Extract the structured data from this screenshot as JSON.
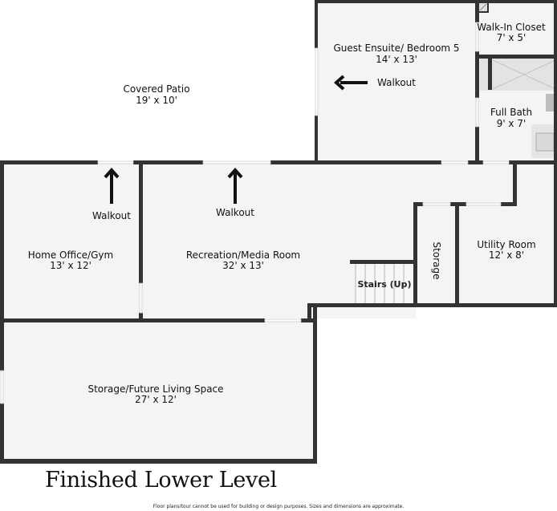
{
  "title": "Finished Lower Level",
  "disclaimer": "Floor plans/tour cannot be used for building or design purposes. Sizes and dimensions are approximate.",
  "rooms": {
    "covered_patio": {
      "name": "Covered Patio",
      "dims": "19' x 10'"
    },
    "guest_ensuite": {
      "name": "Guest Ensuite/ Bedroom 5",
      "dims": "14' x 13'"
    },
    "walk_in_closet": {
      "name": "Walk-In Closet",
      "dims": "7' x 5'"
    },
    "full_bath": {
      "name": "Full Bath",
      "dims": "9' x 7'"
    },
    "home_office": {
      "name": "Home Office/Gym",
      "dims": "13' x 12'"
    },
    "recreation": {
      "name": "Recreation/Media Room",
      "dims": "32' x 13'"
    },
    "storage_small": {
      "name": "Storage"
    },
    "utility": {
      "name": "Utility Room",
      "dims": "12' x 8'"
    },
    "stairs": {
      "name": "Stairs (Up)"
    },
    "storage_future": {
      "name": "Storage/Future Living Space",
      "dims": "27' x 12'"
    }
  },
  "walkouts": {
    "guest": "Walkout",
    "office": "Walkout",
    "recreation": "Walkout"
  },
  "colors": {
    "wall": "#333333",
    "floor": "#f4f4f4",
    "background": "#ffffff"
  }
}
